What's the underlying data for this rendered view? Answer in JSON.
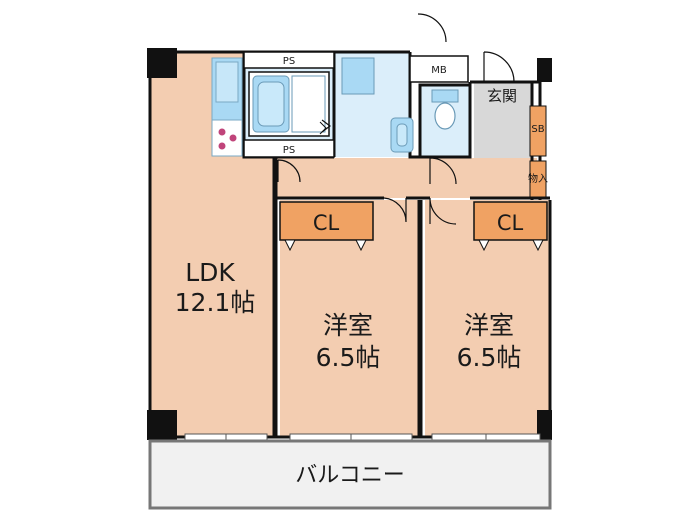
{
  "rooms": {
    "ldk": {
      "name": "LDK",
      "size": "12.1帖"
    },
    "western_left": {
      "name": "洋室",
      "size": "6.5帖"
    },
    "western_right": {
      "name": "洋室",
      "size": "6.5帖"
    },
    "closet_left": {
      "name": "CL"
    },
    "closet_right": {
      "name": "CL"
    },
    "entrance": {
      "name": "玄関"
    },
    "shoe_box": {
      "name": "SB"
    },
    "storage": {
      "name": "物入"
    },
    "meter_box": {
      "name": "MB"
    },
    "pipe_space_top": {
      "name": "PS"
    },
    "pipe_space_bottom": {
      "name": "PS"
    },
    "balcony": {
      "name": "バルコニー"
    }
  },
  "colors": {
    "room_floor": "#f3cdb1",
    "wet_area": "#dbeefa",
    "fixture": "#a9d9f4",
    "closet": "#f0a263",
    "entrance_floor": "#d8d8d8",
    "balcony_floor": "#f1f1f1",
    "wall": "#111111"
  }
}
